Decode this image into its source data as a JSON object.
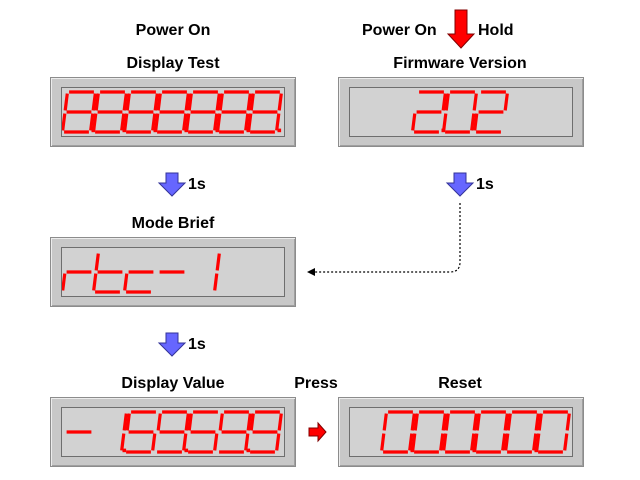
{
  "labels": {
    "power_on_left": "Power On",
    "power_on_right": "Power On",
    "hold": "Hold",
    "display_test": "Display Test",
    "firmware_version": "Firmware Version",
    "step1_time": "1s",
    "step2_time": "1s",
    "mode_brief": "Mode Brief",
    "step3_time": "1s",
    "display_value": "Display Value",
    "press": "Press",
    "reset": "Reset"
  },
  "displays": {
    "display_test": "8.8.8.8.8.8.8.",
    "firmware": "2.02",
    "mode_brief": "rtc-1",
    "display_value": "-1.59.59.9",
    "reset": "0.00.00.0"
  },
  "colors": {
    "segment": "#ff0000",
    "panel": "#c8c8c8",
    "window": "#d2d2d2",
    "arrow_blue": "#6666ff",
    "arrow_red": "#ff0000"
  },
  "icons": {
    "blue_down": "down-arrow-icon",
    "red_down": "down-arrow-icon",
    "red_right": "right-arrow-icon"
  }
}
